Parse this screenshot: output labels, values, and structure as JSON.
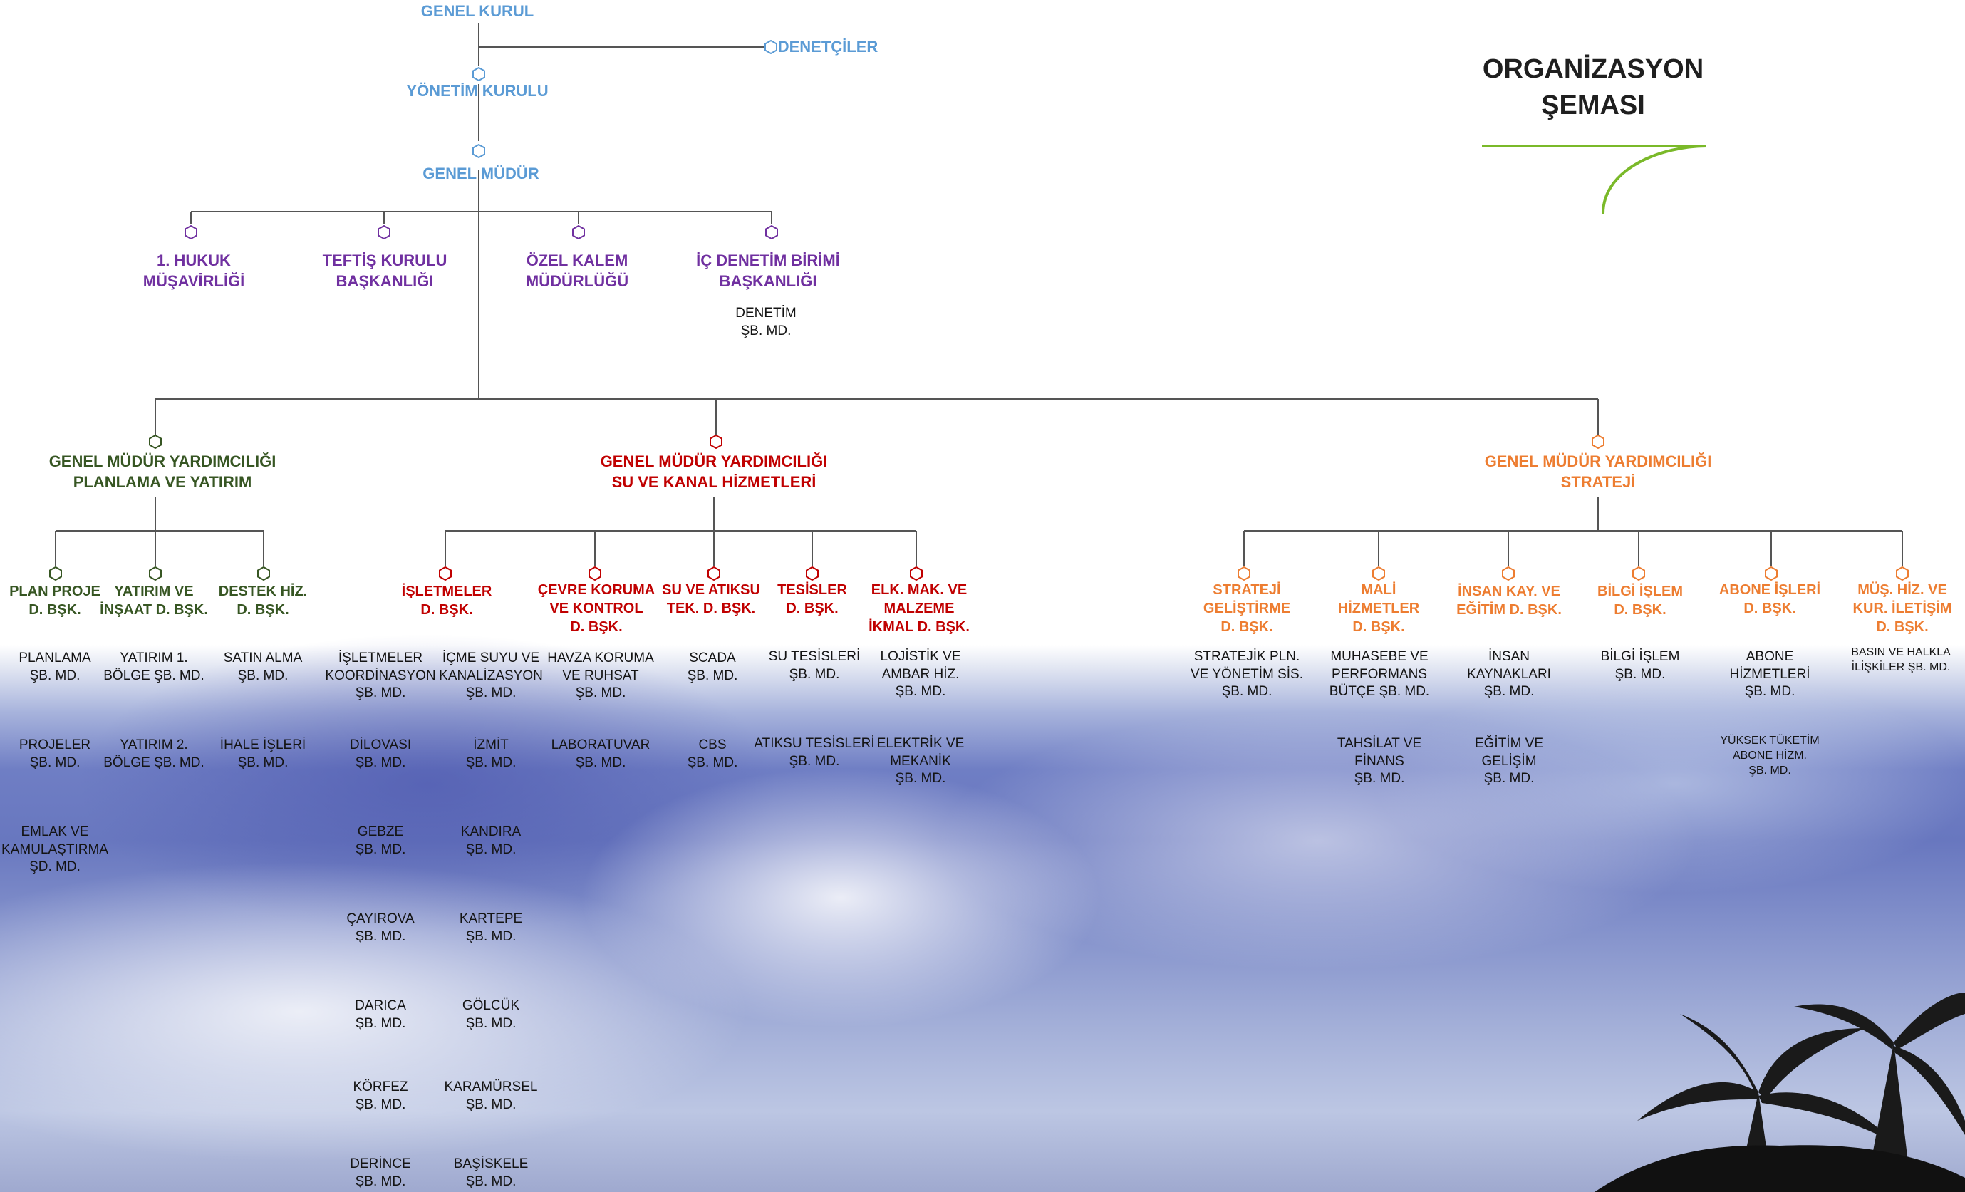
{
  "title": "ORGANİZASYON\nŞEMASI",
  "top": {
    "genel_kurul": "GENEL KURUL",
    "denetciler": "DENETÇİLER",
    "yonetim_kurulu": "YÖNETİM KURULU",
    "genel_mudur": "GENEL MÜDÜR"
  },
  "staff": {
    "hukuk": "1. HUKUK\nMÜŞAVİRLİĞİ",
    "teftis": "TEFTİŞ KURULU\nBAŞKANLIĞI",
    "ozel_kalem": "ÖZEL KALEM\nMÜDÜRLÜĞÜ",
    "ic_denetim": "İÇ DENETİM BİRİMİ\nBAŞKANLIĞI",
    "denetim_sb": "DENETİM\nŞB. MD."
  },
  "planlama": {
    "title": "GENEL MÜDÜR YARDIMCILIĞI\nPLANLAMA VE YATIRIM",
    "plan_proje": "PLAN PROJE\nD. BŞK.",
    "plan_proje_units": [
      "PLANLAMA\nŞB. MD.",
      "PROJELER\nŞB. MD.",
      "EMLAK VE\nKAMULAŞTIRMA\nŞD. MD."
    ],
    "yatirim": "YATIRIM VE\nİNŞAAT D. BŞK.",
    "yatirim_units": [
      "YATIRIM 1.\nBÖLGE ŞB. MD.",
      "YATIRIM 2.\nBÖLGE ŞB. MD."
    ],
    "destek": "DESTEK HİZ.\nD. BŞK.",
    "destek_units": [
      "SATIN ALMA\nŞB. MD.",
      "İHALE İŞLERİ\nŞB. MD."
    ]
  },
  "su_kanal": {
    "title": "GENEL MÜDÜR YARDIMCILIĞI\nSU VE KANAL HİZMETLERİ",
    "isletmeler": "İŞLETMELER\nD. BŞK.",
    "isletmeler_left": [
      "İŞLETMELER\nKOORDİNASYON\nŞB. MD.",
      "DİLOVASI\nŞB. MD.",
      "GEBZE\nŞB. MD.",
      "ÇAYIROVA\nŞB. MD.",
      "DARICA\nŞB. MD.",
      "KÖRFEZ\nŞB. MD.",
      "DERİNCE\nŞB. MD."
    ],
    "isletmeler_right": [
      "İÇME SUYU VE\nKANALİZASYON\nŞB. MD.",
      "İZMİT\nŞB. MD.",
      "KANDIRA\nŞB. MD.",
      "KARTEPE\nŞB. MD.",
      "GÖLCÜK\nŞB. MD.",
      "KARAMÜRSEL\nŞB. MD.",
      "BAŞİSKELE\nŞB. MD."
    ],
    "cevre": "ÇEVRE KORUMA\nVE KONTROL\nD. BŞK.",
    "cevre_units": [
      "HAVZA KORUMA\nVE RUHSAT\nŞB. MD.",
      "LABORATUVAR\nŞB. MD."
    ],
    "su_atiksu": "SU VE ATIKSU\nTEK. D. BŞK.",
    "su_atiksu_units": [
      "SCADA\nŞB. MD.",
      "CBS\nŞB. MD."
    ],
    "tesisler": "TESİSLER\nD. BŞK.",
    "tesisler_units": [
      "SU TESİSLERİ\nŞB. MD.",
      "ATIKSU TESİSLERİ\nŞB. MD."
    ],
    "elk": "ELK. MAK. VE\nMALZEME\nİKMAL D. BŞK.",
    "elk_units": [
      "LOJİSTİK VE\nAMBAR HİZ.\nŞB. MD.",
      "ELEKTRİK VE\nMEKANİK\nŞB. MD."
    ]
  },
  "strateji": {
    "title": "GENEL MÜDÜR YARDIMCILIĞI\nSTRATEJİ",
    "gelistirme": "STRATEJİ\nGELİŞTİRME\nD. BŞK.",
    "gelistirme_units": [
      "STRATEJİK PLN.\nVE YÖNETİM SİS.\nŞB. MD."
    ],
    "mali": "MALİ\nHİZMETLER\nD. BŞK.",
    "mali_units": [
      "MUHASEBE VE\nPERFORMANS\nBÜTÇE ŞB. MD.",
      "TAHSİLAT VE\nFİNANS\nŞB. MD."
    ],
    "insan": "İNSAN KAY. VE\nEĞİTİM D. BŞK.",
    "insan_units": [
      "İNSAN\nKAYNAKLARI\nŞB. MD.",
      "EĞİTİM VE\nGELİŞİM\nŞB. MD."
    ],
    "bilgi": "BİLGİ İŞLEM\nD. BŞK.",
    "bilgi_units": [
      "BİLGİ İŞLEM\nŞB. MD."
    ],
    "abone": "ABONE İŞLERİ\nD. BŞK.",
    "abone_units": [
      "ABONE\nHİZMETLERİ\nŞB. MD.",
      "YÜKSEK TÜKETİM\nABONE HİZM.\nŞB. MD."
    ],
    "mus": "MÜŞ. HİZ. VE\nKUR. İLETİŞİM\nD. BŞK.",
    "mus_units": [
      "BASIN VE HALKLA\nİLİŞKİLER ŞB. MD."
    ]
  },
  "colors": {
    "blue": "#5b9bd5",
    "purple": "#7030a0",
    "green": "#375623",
    "red": "#c00000",
    "orange": "#ed7d31",
    "accent_green": "#7ab929",
    "line": "#555555"
  },
  "icons": {
    "node": "hexagon-icon",
    "title_decoration": "green-curve-decoration"
  }
}
